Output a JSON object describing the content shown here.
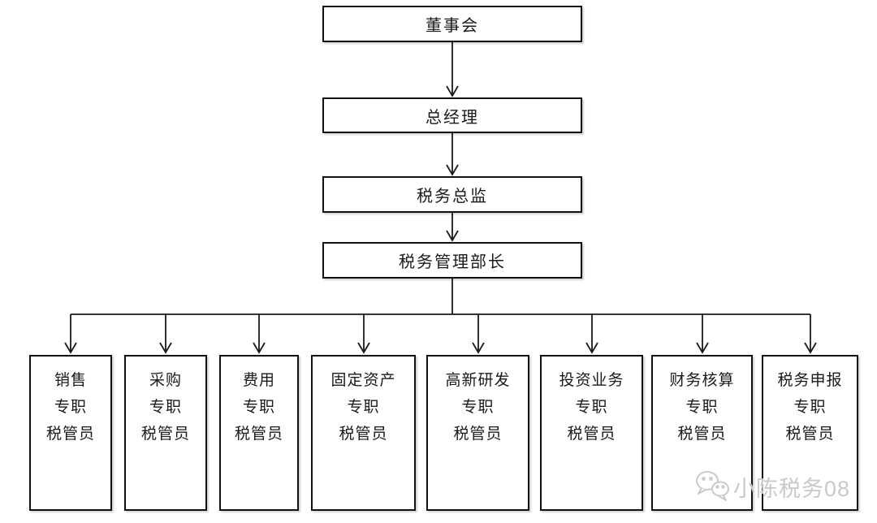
{
  "diagram": {
    "chain": [
      {
        "label": "董事会"
      },
      {
        "label": "总经理"
      },
      {
        "label": "税务总监"
      },
      {
        "label": "税务管理部长"
      }
    ],
    "leaves": [
      {
        "lines": [
          "销售",
          "专职",
          "税管员"
        ]
      },
      {
        "lines": [
          "采购",
          "专职",
          "税管员"
        ]
      },
      {
        "lines": [
          "费用",
          "专职",
          "税管员"
        ]
      },
      {
        "lines": [
          "固定资产",
          "专职",
          "税管员"
        ]
      },
      {
        "lines": [
          "高新研发",
          "专职",
          "税管员"
        ]
      },
      {
        "lines": [
          "投资业务",
          "专职",
          "税管员"
        ]
      },
      {
        "lines": [
          "财务核算",
          "专职",
          "税管员"
        ]
      },
      {
        "lines": [
          "税务申报",
          "专职",
          "税管员"
        ]
      }
    ]
  },
  "watermark": {
    "text": "小陈税务08",
    "icon": "wechat-icon",
    "color": "#c9c9c9"
  },
  "colors": {
    "box_border": "#111111",
    "connector": "#1a1a1a",
    "background": "#ffffff",
    "text": "#1a1a1a"
  }
}
